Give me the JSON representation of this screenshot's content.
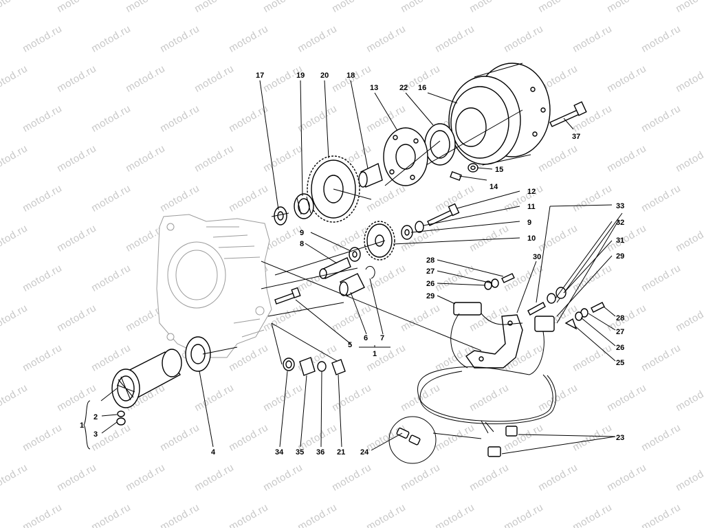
{
  "watermark": {
    "text": "motod.ru"
  },
  "callouts": {
    "c17": "17",
    "c19": "19",
    "c20": "20",
    "c18": "18",
    "c13": "13",
    "c22": "22",
    "c16": "16",
    "c37": "37",
    "c15": "15",
    "c14": "14",
    "c12": "12",
    "c11": "11",
    "c9a": "9",
    "c10": "10",
    "c9b": "9",
    "c8": "8",
    "c28a": "28",
    "c27a": "27",
    "c26a": "26",
    "c29a": "29",
    "c30": "30",
    "c33": "33",
    "c32": "32",
    "c31": "31",
    "c29b": "29",
    "c28b": "28",
    "c27b": "27",
    "c26b": "26",
    "c25": "25",
    "c5": "5",
    "c6": "6",
    "c7": "7",
    "c1a": "1",
    "c1b": "1",
    "c2": "2",
    "c3": "3",
    "c4": "4",
    "c34": "34",
    "c35": "35",
    "c36": "36",
    "c21": "21",
    "c24": "24",
    "c23": "23"
  }
}
